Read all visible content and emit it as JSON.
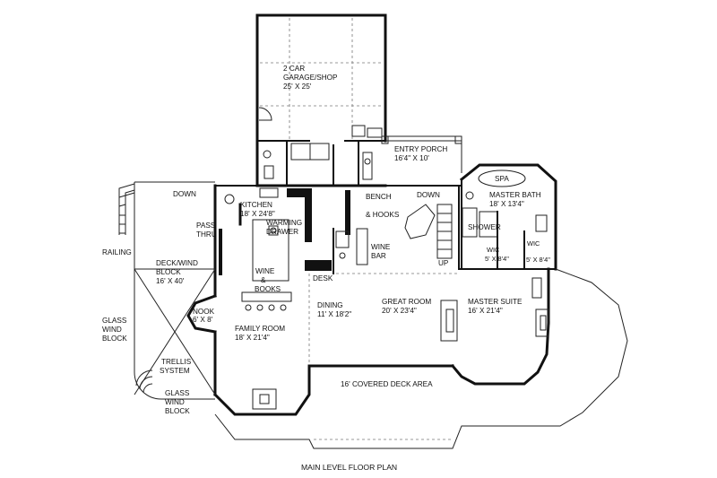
{
  "plan": {
    "caption": "MAIN LEVEL FLOOR PLAN",
    "rooms": {
      "garage": {
        "name_1": "2 CAR",
        "name_2": "GARAGE/SHOP",
        "size": "25' X 25'"
      },
      "entry_porch": {
        "name": "ENTRY PORCH",
        "size": "16'4\" X 10'"
      },
      "kitchen": {
        "name": "KITCHEN",
        "size": "18' X 24'8\""
      },
      "master_bath": {
        "name": "MASTER BATH",
        "size": "18' X 13'4\""
      },
      "deck_wind_block": {
        "name_1": "DECK/WIND",
        "name_2": "BLOCK",
        "size": "16' X 40'"
      },
      "nook": {
        "name": "NOOK",
        "size": "6' X 8'"
      },
      "family_room": {
        "name": "FAMILY ROOM",
        "size": "18' X 21'4\""
      },
      "dining": {
        "name": "DINING",
        "size": "11' X 18'2\""
      },
      "great_room": {
        "name": "GREAT ROOM",
        "size": "20' X 23'4\""
      },
      "master_suite": {
        "name": "MASTER SUITE",
        "size": "16' X 21'4\""
      },
      "wic_left": {
        "name": "WIC",
        "size": "5' X 8'4\""
      },
      "wic_right": {
        "name": "WIC",
        "size": "5' X 8'4\""
      }
    },
    "labels": {
      "down_deck": "DOWN",
      "down_stair": "DOWN",
      "up_stair": "UP",
      "railing": "RAILING",
      "pass_thru_1": "PASS",
      "pass_thru_2": "THRU",
      "warming_1": "WARMING",
      "warming_2": "DRAWER",
      "bench_1": "BENCH",
      "bench_2": "& HOOKS",
      "wine_bar_1": "WINE",
      "wine_bar_2": "BAR",
      "wine_books_1": "WINE",
      "wine_books_2": "&",
      "wine_books_3": "BOOKS",
      "desk": "DESK",
      "spa": "SPA",
      "shower": "SHOWER",
      "glass_wind_block_left_1": "GLASS",
      "glass_wind_block_left_2": "WIND",
      "glass_wind_block_left_3": "BLOCK",
      "trellis_1": "TRELLIS",
      "trellis_2": "SYSTEM",
      "glass_wind_block_bottom_1": "GLASS",
      "glass_wind_block_bottom_2": "WIND",
      "glass_wind_block_bottom_3": "BLOCK",
      "covered_deck": "16' COVERED DECK AREA"
    }
  }
}
